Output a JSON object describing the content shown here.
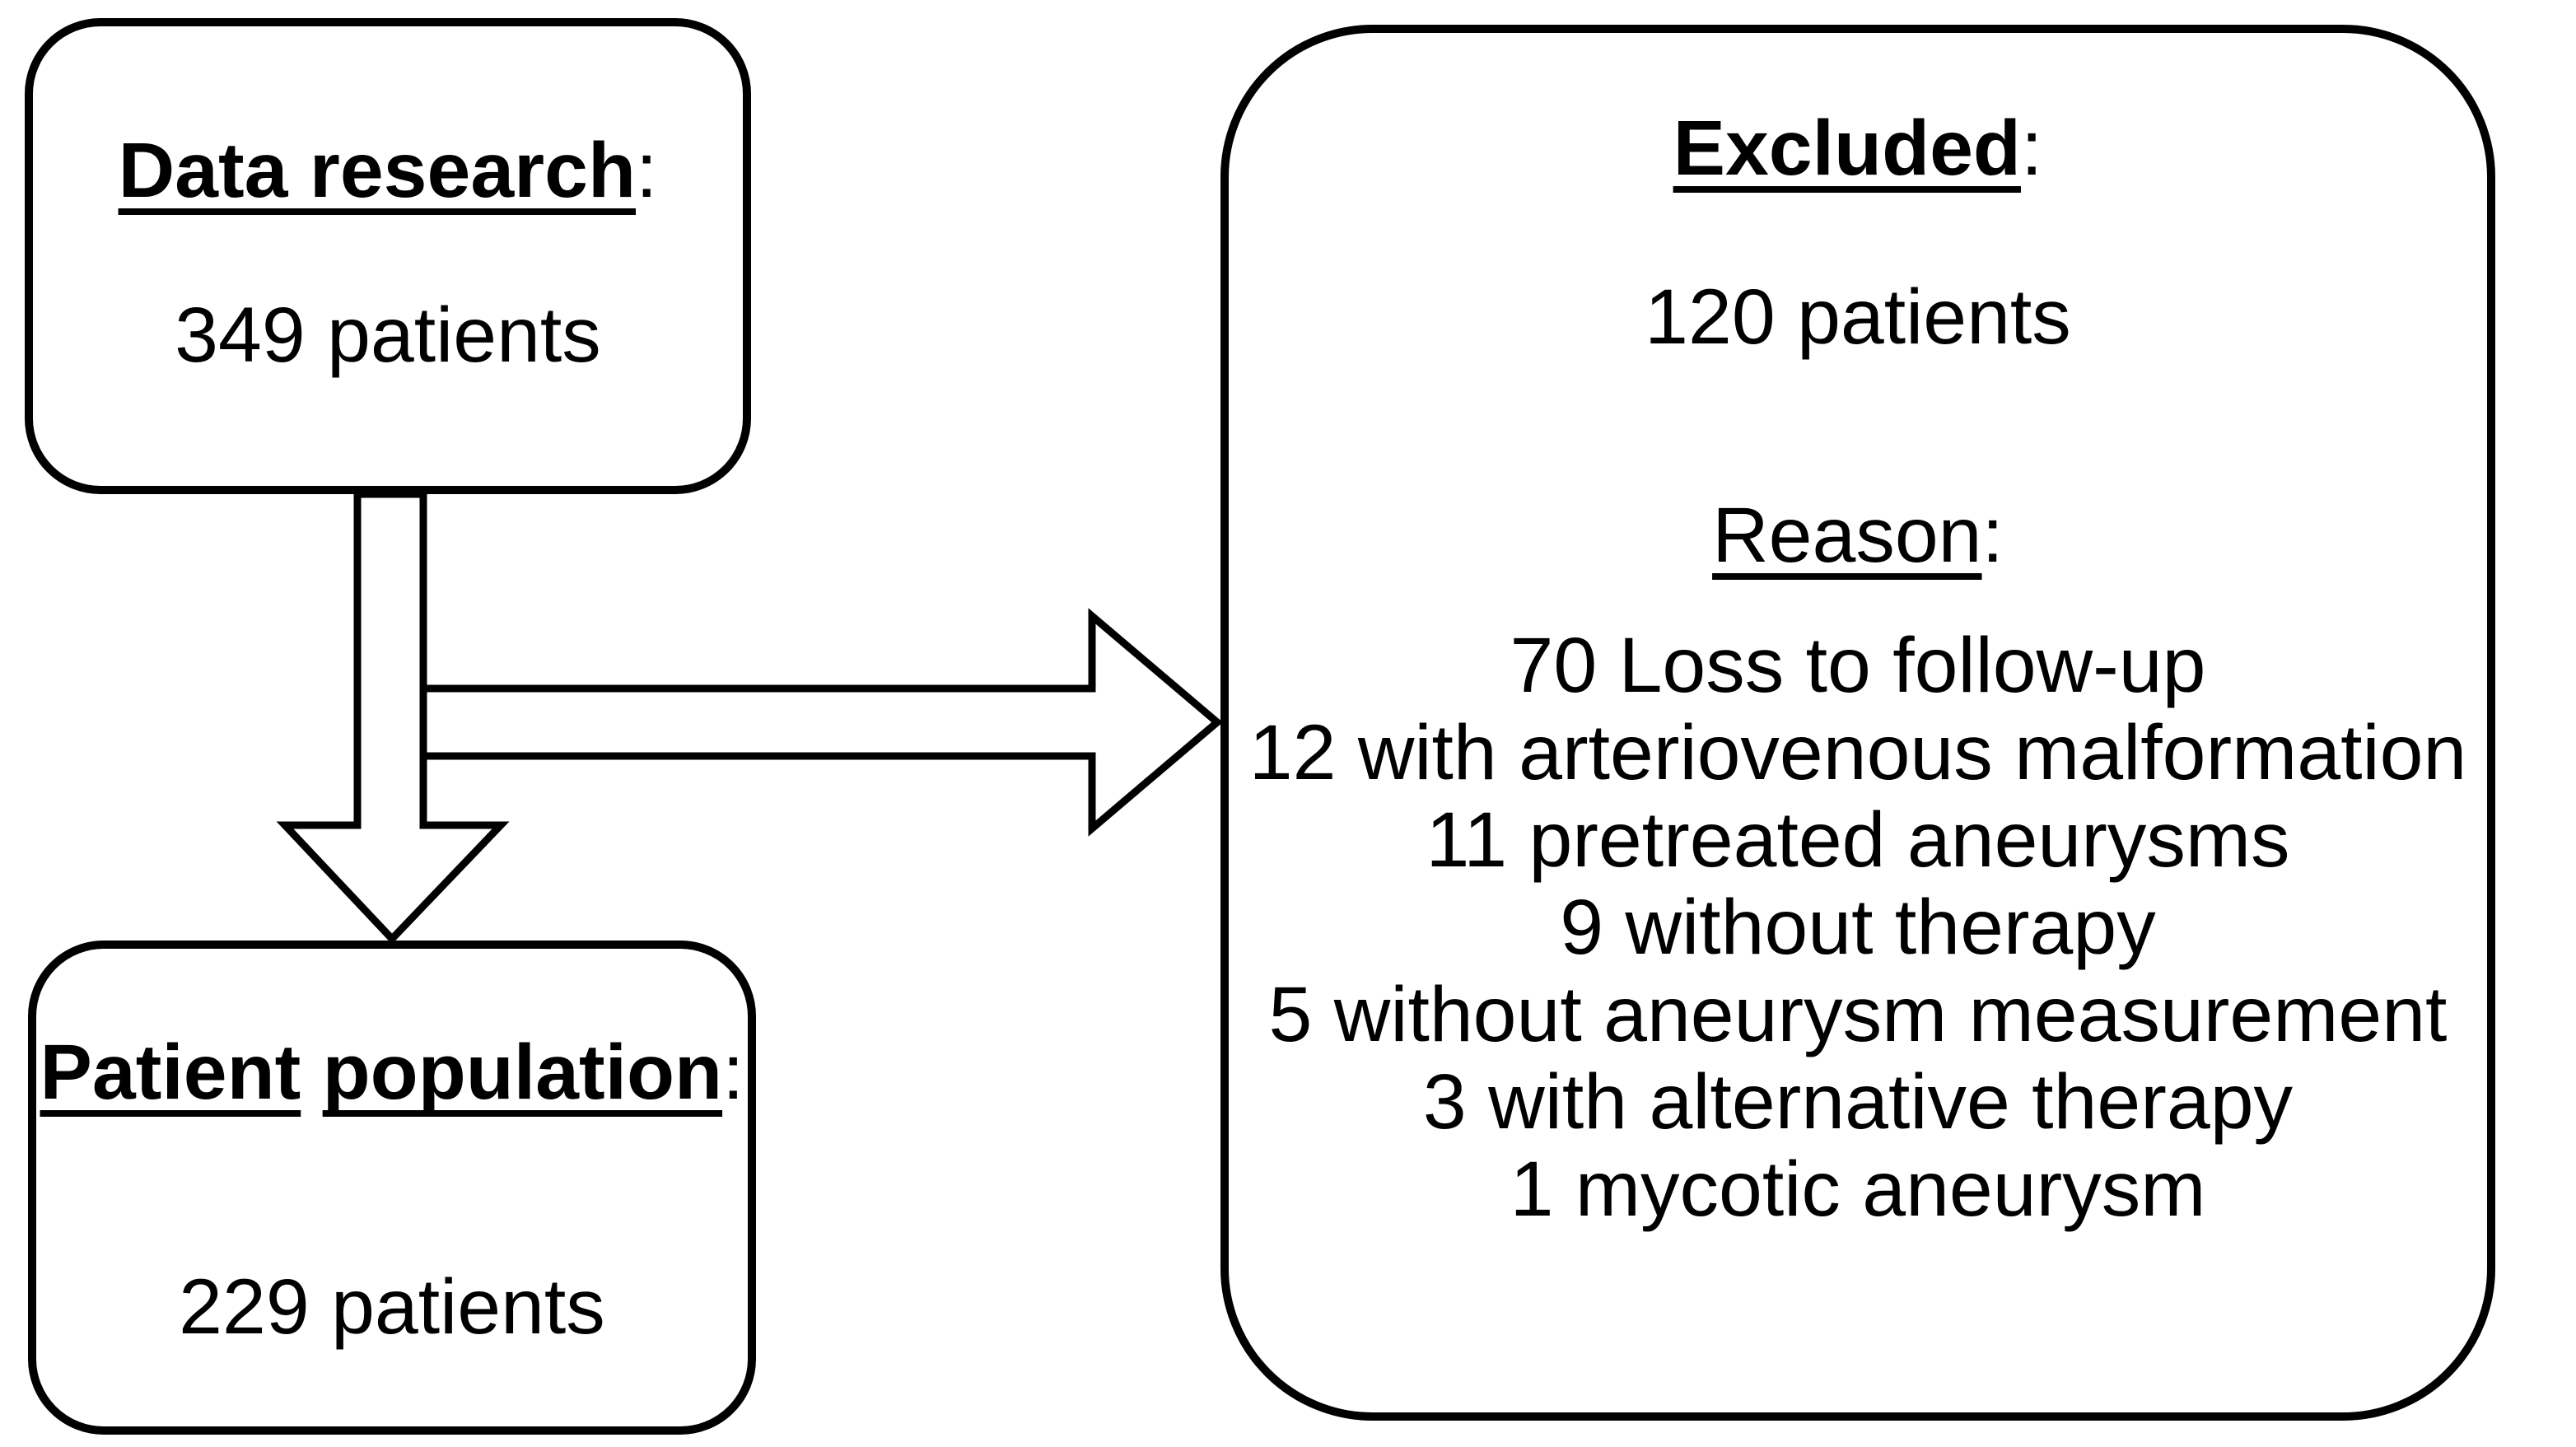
{
  "diagram": {
    "box_data_research": {
      "title": "Data research",
      "colon": ":",
      "body": "349 patients"
    },
    "box_patient_population": {
      "title_word1": "Patient",
      "title_word2": "population",
      "colon": ":",
      "body": "229 patients"
    },
    "box_excluded": {
      "title": "Excluded",
      "colon": ":",
      "body": "120 patients",
      "reason_label": "Reason",
      "reason_colon": ":",
      "reasons": [
        "70 Loss to follow-up",
        "12 with arteriovenous malformation",
        "11 pretreated aneurysms",
        "9 without therapy",
        "5 without aneurysm measurement",
        "3 with alternative therapy",
        "1 mycotic aneurysm"
      ]
    },
    "colors": {
      "stroke": "#000000",
      "fill": "#ffffff"
    }
  }
}
